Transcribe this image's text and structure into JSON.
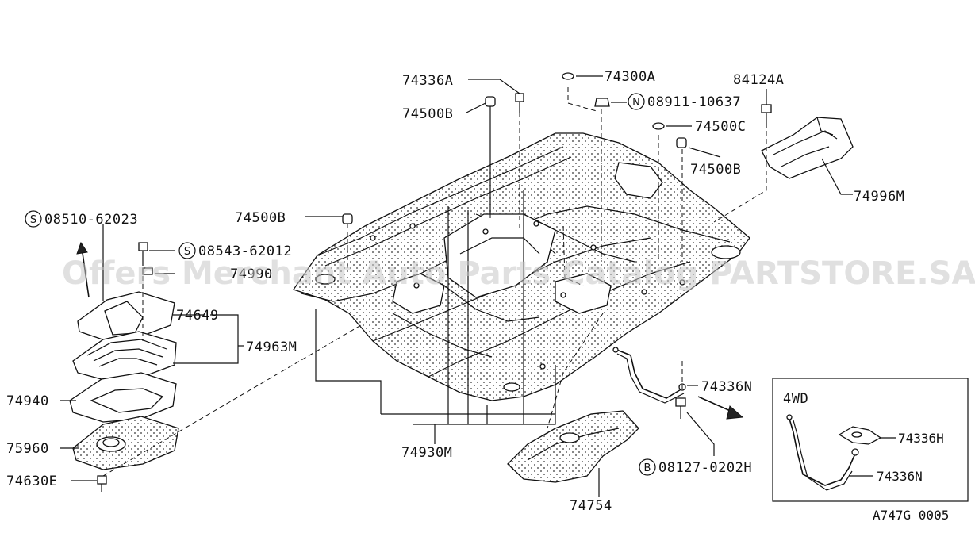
{
  "watermark": "Offers Merchant Auto Parts Catalog PARTSTORE.SA",
  "diagram_code": "A747G 0005",
  "inset": {
    "title": "4WD"
  },
  "labels": {
    "p74336A": "74336A",
    "p74300A": "74300A",
    "p84124A": "84124A",
    "p74500B_top": "74500B",
    "p08911": "08911-10637",
    "p74500C": "74500C",
    "p74500B_right": "74500B",
    "p74996M": "74996M",
    "p74500B_left": "74500B",
    "p08510": "08510-62023",
    "p08543": "08543-62012",
    "p74990": "74990",
    "p74649": "74649",
    "p74963M": "74963M",
    "p74940": "74940",
    "p75960": "75960",
    "p74630E": "74630E",
    "p74930M": "74930M",
    "p74754": "74754",
    "p74336N": "74336N",
    "p08127": "08127-0202H",
    "p74336H": "74336H",
    "p74336N_inset": "74336N"
  },
  "circled": {
    "N": "N",
    "S1": "S",
    "S2": "S",
    "B": "B"
  }
}
